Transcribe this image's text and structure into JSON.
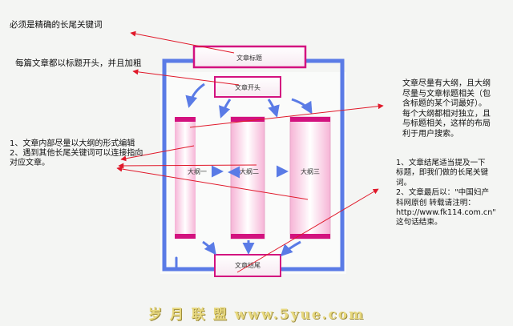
{
  "boxes": {
    "title": "文章标题",
    "intro": "文章开头",
    "outline1": "大纲一",
    "outline2": "大纲二",
    "outline3": "大纲三",
    "ending": "文章结尾"
  },
  "notes": {
    "title_note": "必须是精确的长尾关键词",
    "intro_note": "每篇文章都以标题开头，并且加粗",
    "inner_note": "1、文章内部尽量以大纲的形式编辑\n2、遇到其他长尾关键词可以连接指向\n对应文章。",
    "outline_note": "文章尽量有大纲，且大纲\n尽量与文章标题相关（包\n含标题的某个词最好）。\n每个大纲都相对独立，且\n与标题相关，这样的布局\n利于用户搜索。",
    "ending_note": "1、文章结尾适当提及一下\n标题，即我们做的长尾关键\n词。\n2、文章最后以：\"中国妇产\n科网原创 转载请注明：\nhttp://www.fk114.com.cn\"\n这句话结束。"
  },
  "footer": "岁 月 联 盟   www.5yue.com",
  "colors": {
    "magenta": "#d3127f",
    "blue_frame": "#5a7be6",
    "red_arrow": "#e0192a",
    "footer": "#e7d87e"
  }
}
